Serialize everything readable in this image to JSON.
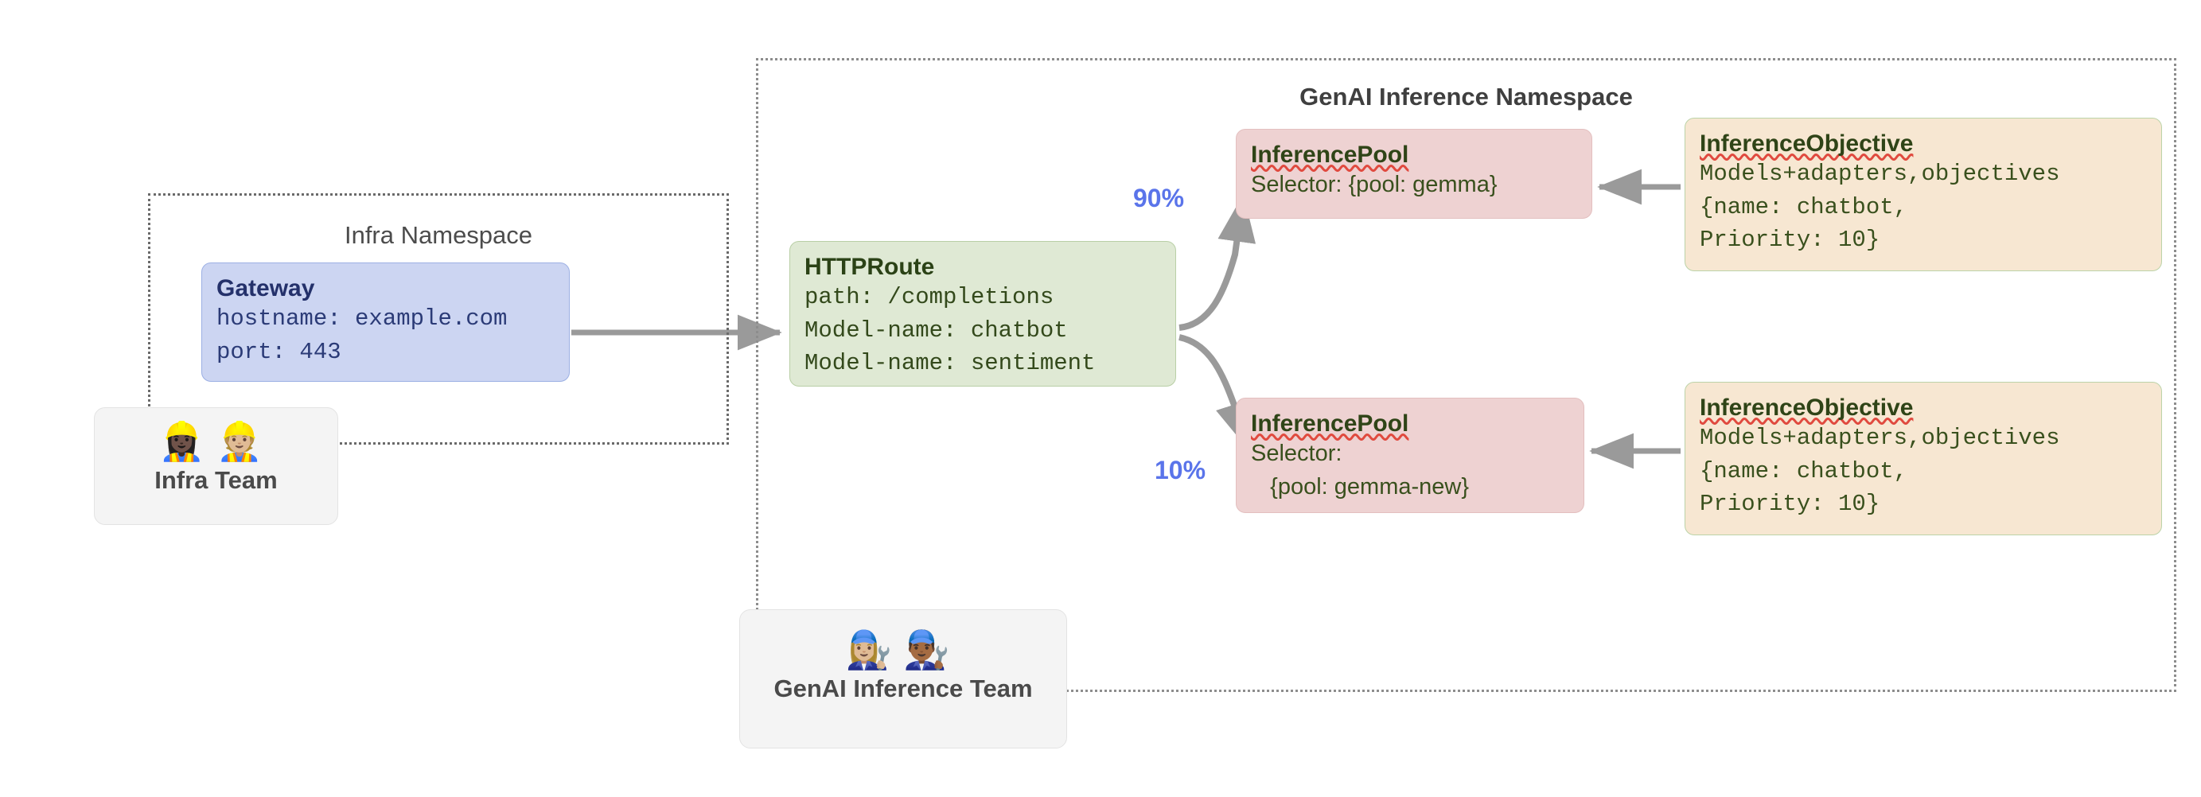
{
  "diagram": {
    "title": "Gateway API Inference Extension routing diagram"
  },
  "namespaces": [
    {
      "id": "infra",
      "label": "Infra Namespace"
    },
    {
      "id": "genai",
      "label": "GenAI Inference Namespace"
    }
  ],
  "gateway": {
    "title": "Gateway",
    "body": "hostname: example.com\nport: 443"
  },
  "httproute": {
    "title": "HTTPRoute",
    "body": "path: /completions\nModel-name: chatbot\nModel-name: sentiment"
  },
  "pools": [
    {
      "title": "InferencePool",
      "body": "Selector: {pool: gemma}",
      "weight_label": "90%"
    },
    {
      "title": "InferencePool",
      "body": "Selector:\n   {pool: gemma-new}",
      "weight_label": "10%"
    }
  ],
  "objectives": [
    {
      "title": "InferenceObjective",
      "body": "Models+adapters,objectives\n{name: chatbot,\nPriority: 10}"
    },
    {
      "title": "InferenceObjective",
      "body": "Models+adapters,objectives\n{name: chatbot,\nPriority: 10}"
    }
  ],
  "teams": [
    {
      "id": "infra-team",
      "label": "Infra Team",
      "emojis": "👷🏿‍♀️👷🏼",
      "icon_names": [
        "construction-worker-woman-icon",
        "construction-worker-man-icon"
      ]
    },
    {
      "id": "genai-inference-team",
      "label": "GenAI Inference Team",
      "emojis": "👩🏼‍🔧👨🏾‍🔧",
      "icon_names": [
        "mechanic-woman-icon",
        "mechanic-man-icon"
      ]
    }
  ],
  "colors": {
    "gateway_fill": "#ccd5f2",
    "gateway_text": "#27356f",
    "httproute_fill": "#dfe9d4",
    "httproute_text": "#2c4218",
    "pool_fill": "#eed2d2",
    "objective_fill": "#f7e7d2",
    "resource_text": "#2f4417",
    "weight_text": "#5a74ea",
    "connector": "#9a9a9a",
    "namespace_border": "#8d8d8d",
    "team_fill": "#f4f4f4"
  }
}
